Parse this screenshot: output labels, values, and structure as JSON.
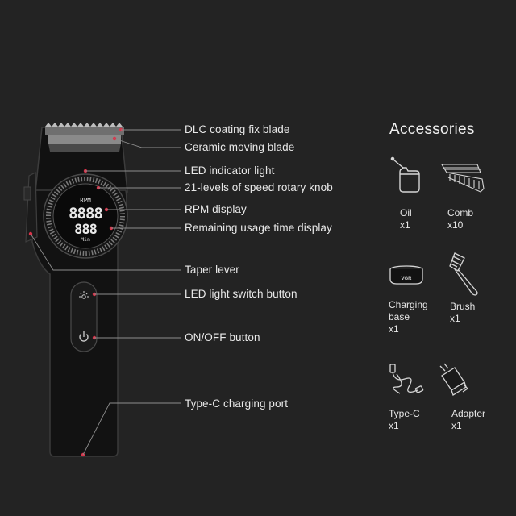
{
  "callouts": [
    "DLC coating fix blade",
    "Ceramic moving blade",
    "LED indicator light",
    "21-levels of speed rotary knob",
    "RPM display",
    "Remaining usage time display",
    "Taper lever",
    "LED light switch button",
    "ON/OFF button",
    "Type-C charging port"
  ],
  "display": {
    "top_label": "RPM",
    "top_digits": "8888",
    "bottom_digits": "888",
    "bottom_label": "Min"
  },
  "accessories": {
    "title": "Accessories",
    "items": [
      {
        "name": "Oil",
        "qty": "x1",
        "icon": "oil-bottle-icon"
      },
      {
        "name": "Comb",
        "qty": "x10",
        "icon": "guide-comb-icon"
      },
      {
        "name_line1": "Charging",
        "name_line2": "base",
        "qty": "x1",
        "icon": "charging-base-icon",
        "base_brand": "VGR"
      },
      {
        "name": "Brush",
        "qty": "x1",
        "icon": "cleaning-brush-icon"
      },
      {
        "name": "Type-C",
        "qty": "x1",
        "icon": "usb-cable-icon"
      },
      {
        "name": "Adapter",
        "qty": "x1",
        "icon": "power-adapter-icon"
      }
    ]
  },
  "colors": {
    "background": "#232323",
    "accent_red": "#d9334a",
    "body": "#141414",
    "outline": "#3a3a3a"
  }
}
